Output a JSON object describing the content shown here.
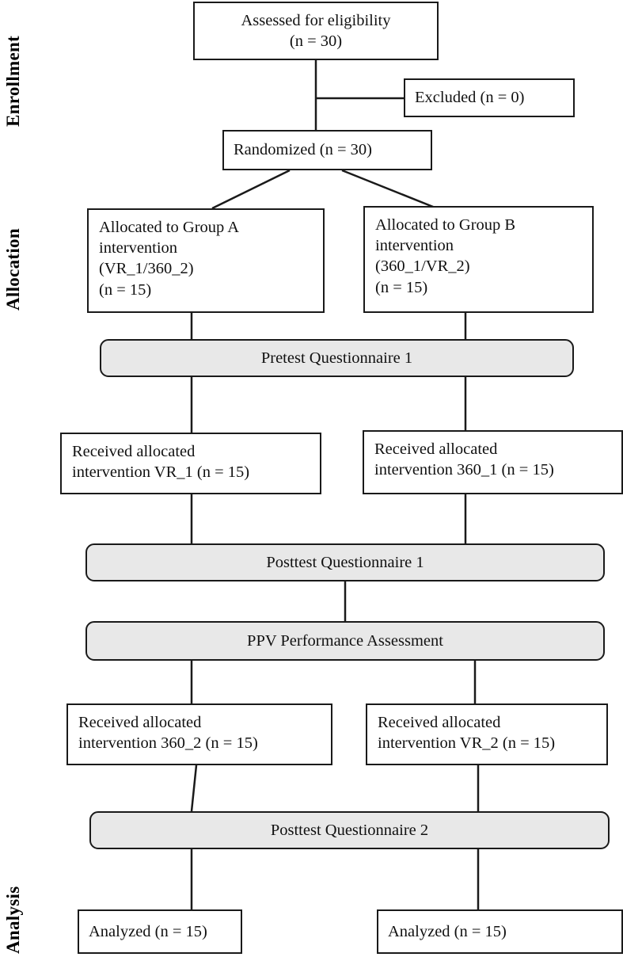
{
  "figure": {
    "type": "consort-flow-diagram",
    "background": "#ffffff",
    "pill_fill": "#e8e8e8",
    "stroke": "#1a1a1a"
  },
  "stages": [
    {
      "id": "enrollment",
      "label": "Enrollment"
    },
    {
      "id": "allocation",
      "label": "Allocation"
    },
    {
      "id": "analysis",
      "label": "Analysis"
    }
  ],
  "nodes": {
    "assessed": "Assessed for eligibility\n(n = 30)",
    "excluded": "Excluded (n = 0)",
    "randomized": "Randomized (n = 30)",
    "alloc_a": "Allocated to Group A\nintervention\n(VR_1/360_2)\n(n = 15)",
    "alloc_b": "Allocated to Group B\nintervention\n(360_1/VR_2)\n(n = 15)",
    "pretest_q1": "Pretest Questionnaire 1",
    "recv_vr1": "Received allocated\nintervention VR_1 (n = 15)",
    "recv_3601": "Received allocated\nintervention 360_1 (n = 15)",
    "posttest_q1": "Posttest Questionnaire 1",
    "ppv": "PPV Performance Assessment",
    "recv_3602": "Received allocated\nintervention 360_2 (n = 15)",
    "recv_vr2": "Received allocated\nintervention VR_2 (n = 15)",
    "posttest_q2": "Posttest Questionnaire 2",
    "analyzed_left": "Analyzed (n = 15)",
    "analyzed_right": "Analyzed (n = 15)"
  },
  "chart_data": {
    "type": "diagram",
    "title": "CONSORT participant flow",
    "counts": {
      "assessed_for_eligibility": 30,
      "excluded": 0,
      "randomized": 30,
      "group_a_allocated": 15,
      "group_b_allocated": 15,
      "received_vr_1": 15,
      "received_360_1": 15,
      "received_360_2": 15,
      "received_vr_2": 15,
      "analyzed_group_a": 15,
      "analyzed_group_b": 15
    },
    "arms": [
      {
        "name": "Group A",
        "sequence": "VR_1/360_2",
        "n": 15
      },
      {
        "name": "Group B",
        "sequence": "360_1/VR_2",
        "n": 15
      }
    ],
    "shared_steps": [
      "Pretest Questionnaire 1",
      "Posttest Questionnaire 1",
      "PPV Performance Assessment",
      "Posttest Questionnaire 2"
    ]
  }
}
